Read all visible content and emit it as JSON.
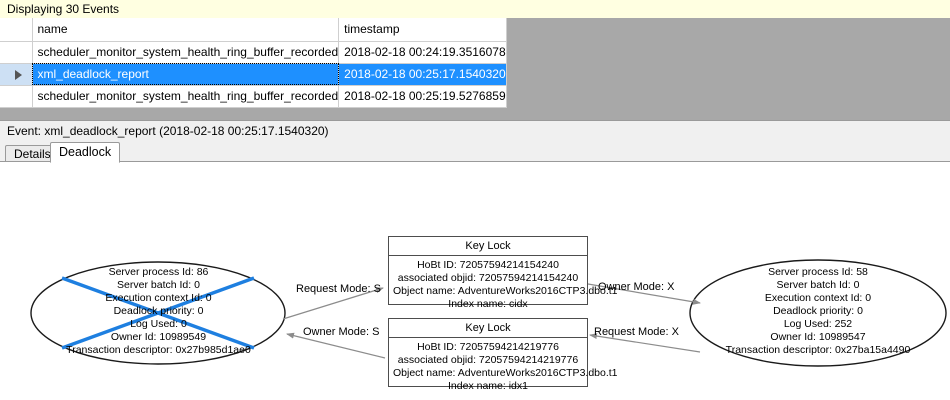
{
  "events_panel": {
    "caption": "Displaying 30 Events",
    "columns": [
      "",
      "name",
      "timestamp"
    ],
    "rows": [
      {
        "marker": "",
        "name": "scheduler_monitor_system_health_ring_buffer_recorded",
        "timestamp": "2018-02-18 00:24:19.3516078",
        "selected": false
      },
      {
        "marker": "▶",
        "name": "xml_deadlock_report",
        "timestamp": "2018-02-18 00:25:17.1540320",
        "selected": true
      },
      {
        "marker": "",
        "name": "scheduler_monitor_system_health_ring_buffer_recorded",
        "timestamp": "2018-02-18 00:25:19.5276859",
        "selected": false
      }
    ]
  },
  "event_header": "Event: xml_deadlock_report (2018-02-18 00:25:17.1540320)",
  "tabs": [
    {
      "label": "Details",
      "active": false
    },
    {
      "label": "Deadlock",
      "active": true
    }
  ],
  "deadlock_graph": {
    "victim_process": {
      "lines": [
        "Server process Id: 86",
        "Server batch Id: 0",
        "Execution context Id: 0",
        "Deadlock priority: 0",
        "Log Used: 0",
        "Owner Id: 10989549",
        "Transaction descriptor: 0x27b985d1ae0"
      ],
      "is_victim": true,
      "victim_cross_color": "#1e7fe0"
    },
    "other_process": {
      "lines": [
        "Server process Id: 58",
        "Server batch Id: 0",
        "Execution context Id: 0",
        "Deadlock priority: 0",
        "Log Used: 252",
        "Owner Id: 10989547",
        "Transaction descriptor: 0x27ba15a4490"
      ],
      "is_victim": false
    },
    "resource_top": {
      "title": "Key Lock",
      "lines": [
        "HoBt ID: 72057594214154240",
        "associated objid: 72057594214154240",
        "Object name: AdventureWorks2016CTP3.dbo.t1",
        "Index name: cidx"
      ]
    },
    "resource_bottom": {
      "title": "Key Lock",
      "lines": [
        "HoBt ID: 72057594214219776",
        "associated objid: 72057594214219776",
        "Object name: AdventureWorks2016CTP3.dbo.t1",
        "Index name: idx1"
      ]
    },
    "edges": [
      {
        "label": "Request Mode: S",
        "from": "victim_process",
        "to": "resource_top"
      },
      {
        "label": "Owner Mode: S",
        "from": "resource_bottom",
        "to": "victim_process"
      },
      {
        "label": "Owner Mode: X",
        "from": "resource_top",
        "to": "other_process"
      },
      {
        "label": "Request Mode: X",
        "from": "other_process",
        "to": "resource_bottom"
      }
    ]
  },
  "colors": {
    "selection": "#1e90ff",
    "caption_bg": "#ffffe1",
    "empty_grid_bg": "#a8a8a8",
    "victim_cross": "#1e7fe0"
  }
}
